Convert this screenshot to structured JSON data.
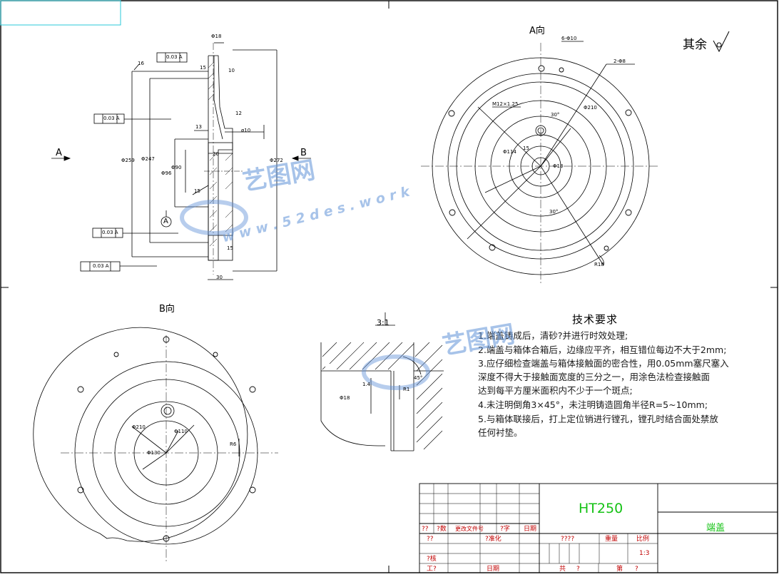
{
  "views": {
    "a_label": "A向",
    "b_label": "B向",
    "arrow_a": "A",
    "arrow_b": "B",
    "section_marker": "A",
    "roughness_note": "其余",
    "detail_scale": "3:1"
  },
  "dimensions": {
    "left_view": [
      "Φ18",
      "15",
      "10",
      "12",
      "ø10",
      "13",
      "20",
      "Φ96",
      "Φ90",
      "Φ247",
      "Φ259",
      "Φ272",
      "15",
      "15",
      "16",
      "30",
      "0.03 A",
      "0.03 A",
      "0.03 A",
      "0.03 A"
    ],
    "a_view": [
      "6-Φ10",
      "2-Φ8",
      "M12×1.25",
      "Φ210",
      "Φ114",
      "Φ13",
      "15",
      "30°",
      "30°",
      "R18"
    ],
    "b_view": [
      "Φ210",
      "Φ110",
      "Φ130",
      "R6"
    ],
    "detail": [
      "Φ18",
      "1.4",
      "R1",
      "45°"
    ]
  },
  "tech_requirements": {
    "title": "技术要求",
    "items": [
      "1.端盖铸成后，清砂?并进行时效处理;",
      "2.端盖与箱体合箱后，边缘应平齐，相互错位每边不大于2mm;",
      "3.应仔细检查端盖与箱体接触面的密合性，用0.05mm塞尺塞入",
      "   深度不得大于接触面宽度的三分之一，用涂色法检查接触面",
      "   达到每平方厘米面积内不少于一个斑点;",
      "4.未注明倒角3×45°，未注明铸造圆角半径R=5~10mm;",
      "5.与箱体联接后，打上定位销进行镗孔，镗孔时结合面处禁放",
      "   任何衬垫。"
    ]
  },
  "title_block": {
    "material": "HT250",
    "part_name": "端盖",
    "scale_value": "1:3",
    "labels": {
      "mark": "??",
      "count": "?数",
      "change_doc": "更改文件号",
      "sign": "?字",
      "date": "日期",
      "designer": "??",
      "standardize": "?准化",
      "review": "?核",
      "process": "工?",
      "approve": "日期",
      "stage": "????",
      "weight": "重量",
      "scale": "比例",
      "total": "共",
      "total_q": "?",
      "sheet": "第",
      "sheet_q": "?"
    }
  },
  "watermark": {
    "cn": "艺图网",
    "en": "w w w . 5 2 d e s . w o r k"
  }
}
